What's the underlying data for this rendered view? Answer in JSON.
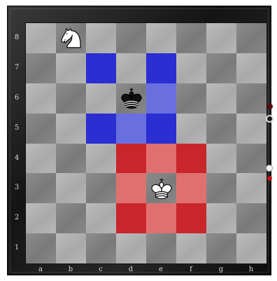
{
  "board": {
    "ranks": [
      "8",
      "7",
      "6",
      "5",
      "4",
      "3",
      "2",
      "1"
    ],
    "files": [
      "a",
      "b",
      "c",
      "d",
      "e",
      "f",
      "g",
      "h"
    ],
    "pieces": [
      {
        "square": "b8",
        "piece": "knight",
        "color": "white",
        "icon": "white-knight-icon"
      },
      {
        "square": "d6",
        "piece": "king",
        "color": "black",
        "icon": "black-king-icon"
      },
      {
        "square": "e3",
        "piece": "king",
        "color": "white",
        "icon": "white-king-icon"
      }
    ],
    "highlights": {
      "blue": [
        "c7",
        "e7",
        "c5",
        "d5",
        "e5",
        "e6"
      ],
      "red": [
        "d4",
        "e4",
        "f4",
        "d3",
        "f3",
        "d2",
        "e2",
        "f2"
      ]
    },
    "colors": {
      "blue_highlight_dark": "#2b2ed0",
      "blue_highlight_light": "#6a6fe0",
      "red_highlight_dark": "#c9262c",
      "red_highlight_light": "#e07070",
      "frame": "#1a1a1a",
      "coordinate_text": "#d9d9d9"
    }
  },
  "side_indicators": [
    {
      "name": "black-to-move-indicator",
      "icon": "hollow-circle-icon"
    },
    {
      "name": "white-to-move-indicator",
      "icon": "white-dot-icon"
    }
  ]
}
